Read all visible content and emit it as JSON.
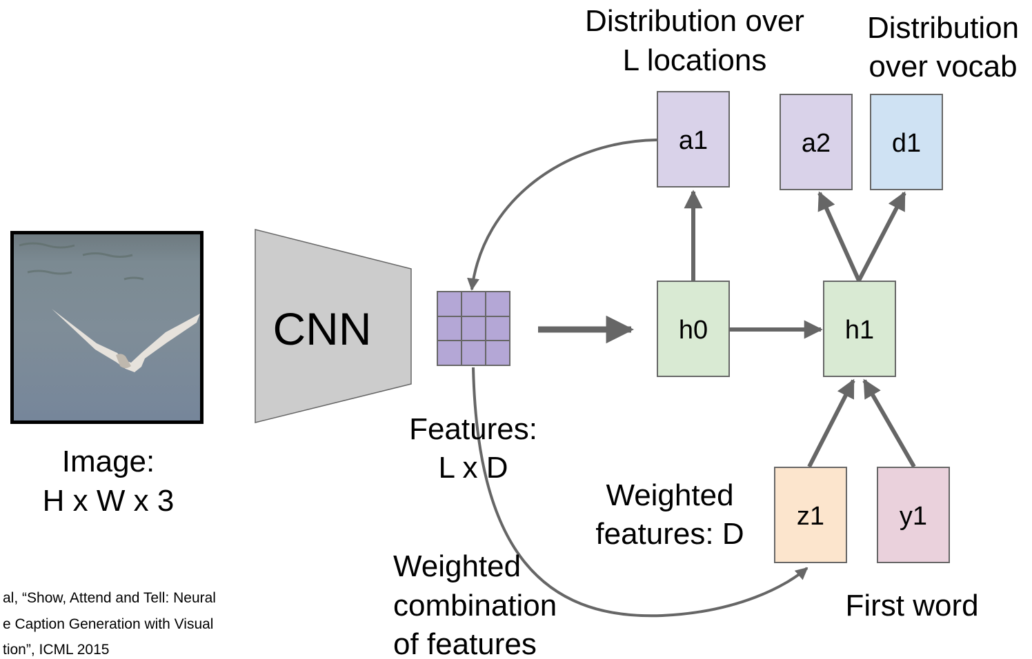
{
  "diagram": {
    "labels": {
      "dist_locations": [
        "Distribution over",
        "L locations"
      ],
      "dist_vocab": [
        "Distribution",
        "over vocab"
      ],
      "image": [
        "Image:",
        "H x W x 3"
      ],
      "cnn": "CNN",
      "features": [
        "Features:",
        "L x D"
      ],
      "weighted_features": [
        "Weighted",
        "features: D"
      ],
      "weighted_combination": [
        "Weighted",
        "combination",
        "of features"
      ],
      "first_word": "First word",
      "citation": [
        "al, “Show, Attend and Tell: Neural",
        "e Caption Generation with Visual",
        "tion”, ICML 2015"
      ]
    },
    "nodes": {
      "a1": "a1",
      "a2": "a2",
      "d1": "d1",
      "h0": "h0",
      "h1": "h1",
      "z1": "z1",
      "y1": "y1"
    },
    "colors": {
      "attention": "#d9d2e9",
      "vocab": "#cfe2f3",
      "hidden": "#d9ead3",
      "weighted": "#fce5cd",
      "word": "#ead1dc",
      "cnn": "#cccccc",
      "grid": "#b4a7d6",
      "arrow": "#666666",
      "stroke": "#666666"
    }
  }
}
